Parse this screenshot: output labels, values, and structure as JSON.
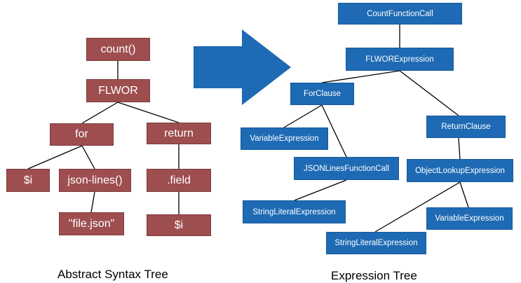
{
  "colors": {
    "ast_node": "#9e4e4f",
    "expression_node": "#1e6ab4",
    "arrow": "#1e6ab4",
    "edge": "#000000"
  },
  "ast": {
    "caption": "Abstract Syntax Tree",
    "nodes": {
      "count": "count()",
      "flwor": "FLWOR",
      "for": "for",
      "return": "return",
      "var_i": "$i",
      "json_lines": "json-lines()",
      "file_json": "\"file.json\"",
      "field": ".field",
      "var_i_2": "$i"
    }
  },
  "expression_tree": {
    "caption": "Expression Tree",
    "nodes": {
      "count_function_call": "CountFunctionCall",
      "flwor_expression": "FLWORExpression",
      "for_clause": "ForClause",
      "return_clause": "ReturnClause",
      "variable_expression": "VariableExpression",
      "json_lines_function_call": "JSONLinesFunctionCall",
      "object_lookup_expression": "ObjectLookupExpression",
      "string_literal_expression": "StringLiteralExpression",
      "variable_expression_2": "VariableExpression",
      "string_literal_expression_2": "StringLiteralExpression"
    }
  }
}
